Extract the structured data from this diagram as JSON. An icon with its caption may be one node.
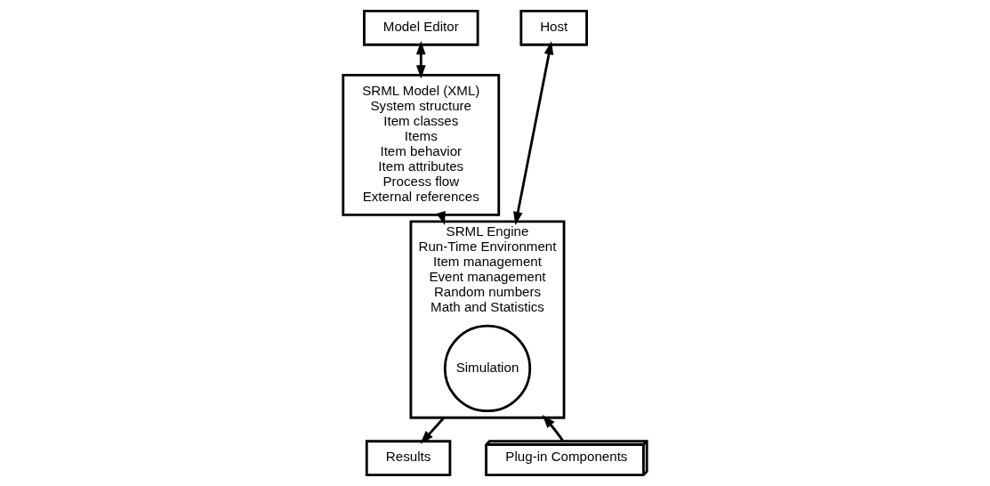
{
  "diagram": {
    "nodes": [
      {
        "text": [
          "Model Editor"
        ]
      },
      {
        "text": [
          "Host"
        ]
      },
      {
        "text": [
          "SRML Model (XML)",
          "System structure",
          "Item classes",
          "Items",
          "Item behavior",
          "Item attributes",
          "Process flow",
          "External references"
        ]
      },
      {
        "text": [
          "SRML Engine",
          "Run-Time Environment",
          "Item management",
          "Event management",
          "Random numbers",
          "Math and Statistics"
        ]
      },
      {
        "text": [
          "Simulation"
        ],
        "in": 3
      },
      {
        "text": [
          "Results"
        ]
      },
      {
        "text": [
          "Plug-in Components"
        ]
      }
    ],
    "edges": [
      {
        "from": 0,
        "to": 2,
        "arrow": "both"
      },
      {
        "from": 1,
        "to": 3,
        "arrow": "both"
      },
      {
        "from": 2,
        "to": 3,
        "arrow": "to"
      },
      {
        "from": 3,
        "to": 5,
        "arrow": "to"
      },
      {
        "from": 6,
        "to": 3,
        "arrow": "to"
      }
    ]
  }
}
